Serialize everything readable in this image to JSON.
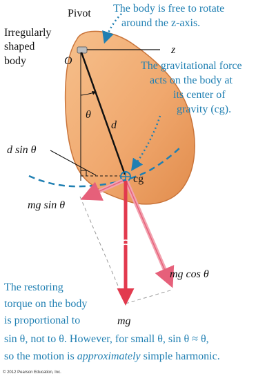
{
  "labels": {
    "pivot": "Pivot",
    "origin": "O",
    "z_axis": "z",
    "body_line1": "Irregularly",
    "body_line2": "shaped",
    "body_line3": "body",
    "theta": "θ",
    "d": "d",
    "d_sin_theta": "d sin θ",
    "cg": "cg",
    "mg_sin_theta": "mg sin θ",
    "mg_cos_theta": "mg cos θ",
    "mg": "mg"
  },
  "notes": {
    "rotation": [
      "The body is free to rotate",
      "around the z-axis."
    ],
    "gravity": [
      "The gravitational force",
      "acts on the body at",
      "its center of",
      "gravity (cg)."
    ],
    "restoring": [
      "The restoring",
      "torque on the body",
      "is proportional to"
    ],
    "sin_line": "sin θ, not to θ. However, for small θ, sin θ ≈ θ,",
    "final_line_prefix": "so the motion is ",
    "final_line_emph": "approximately",
    "final_line_suffix": " simple harmonic."
  },
  "copyright": "© 2012 Pearson Education, Inc.",
  "colors": {
    "body_fill": "#f0a86e",
    "body_stroke": "#c9743a",
    "annotation_blue": "#1f7fb2",
    "force_red": "#e23a4e",
    "force_red_light": "#f2a3b0"
  }
}
